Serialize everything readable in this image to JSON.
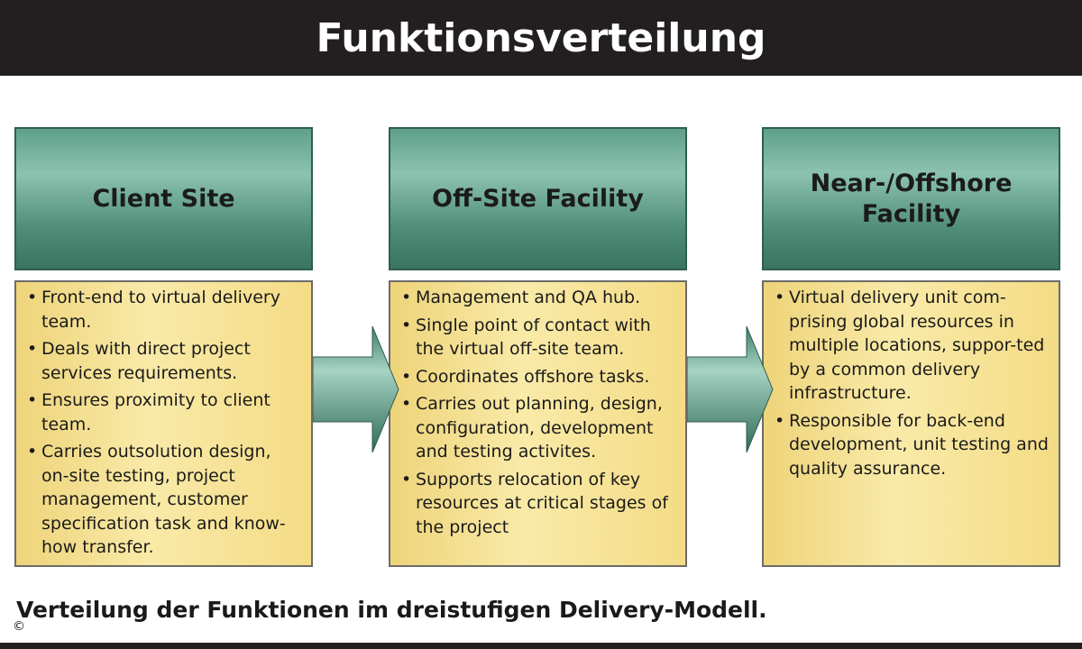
{
  "title": "Funktionsverteilung",
  "columns": [
    {
      "heading": "Client Site",
      "items": [
        "Front-end to virtual delivery team.",
        "Deals with direct project services requirements.",
        "Ensures proximity to client team.",
        "Carries outsolution design, on-site testing, project management, customer specification task and know-how transfer."
      ]
    },
    {
      "heading": "Off-Site Facility",
      "items": [
        "Management and QA hub.",
        "Single point of contact with the virtual off-site team.",
        "Coordinates offshore tasks.",
        "Carries out planning, design, configuration, development and testing activites.",
        "Supports relocation of key resources at critical stages of the project"
      ]
    },
    {
      "heading": "Near-/Offshore\nFacility",
      "items": [
        "Virtual delivery unit com-prising global resources in multiple locations, suppor-ted by a common delivery infrastructure.",
        "Responsible for back-end development, unit testing and quality assurance."
      ]
    }
  ],
  "caption": "Verteilung der Funktionen im dreistufigen Delivery-Modell.",
  "copyright_symbol": "©",
  "colors": {
    "header_bar": "#231f20",
    "box_header_green": "#5fa08b",
    "box_body_yellow": "#f9eaa8",
    "arrow_green": "#4e8c77"
  }
}
